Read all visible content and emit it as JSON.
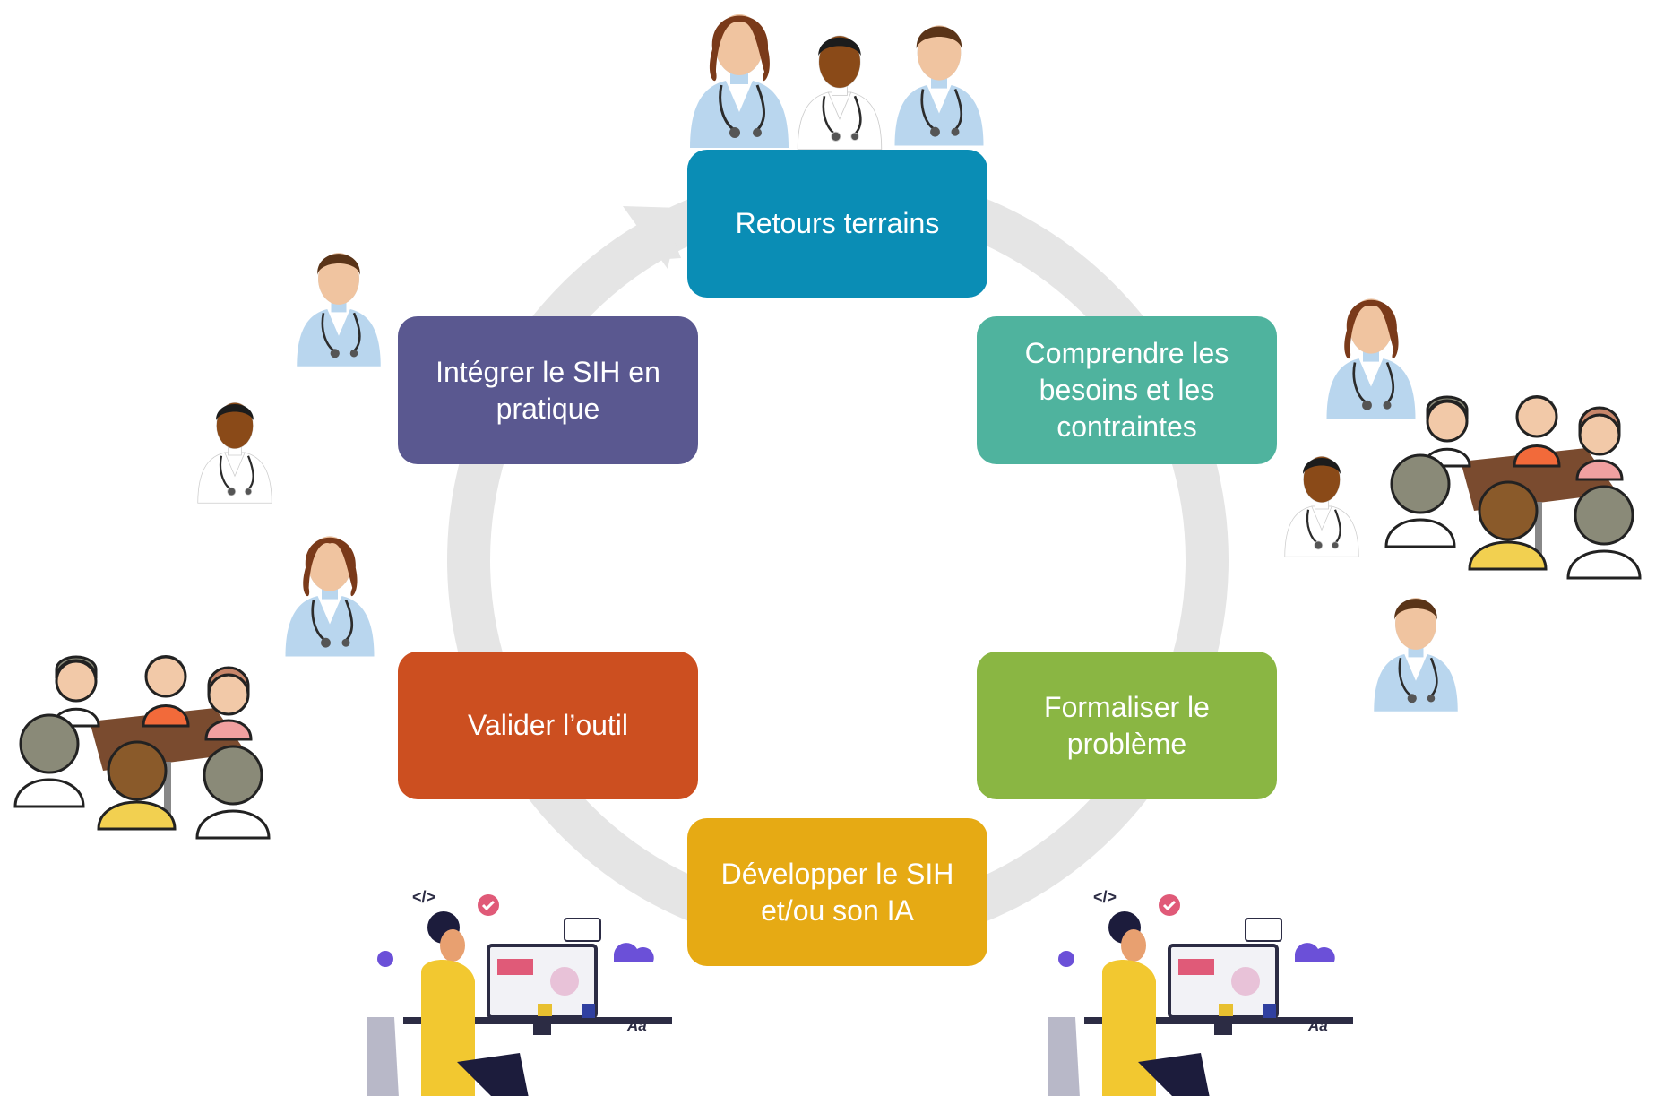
{
  "cycle": {
    "steps": [
      {
        "id": "retours",
        "label": "Retours terrains",
        "color": "#0a8db5"
      },
      {
        "id": "comprendre",
        "label": "Comprendre les besoins et les contraintes",
        "color": "#4fb39e"
      },
      {
        "id": "formaliser",
        "label": "Formaliser le problème",
        "color": "#8ab643"
      },
      {
        "id": "developper",
        "label": "Développer le SIH et/ou son IA",
        "color": "#e6aa14"
      },
      {
        "id": "valider",
        "label": "Valider l’outil",
        "color": "#cc4f20"
      },
      {
        "id": "integrer",
        "label": "Intégrer le SIH en pratique",
        "color": "#5a5890"
      }
    ],
    "ring_color": "#e5e5e5"
  },
  "illustrations": {
    "doctor_icon": "doctor-icon",
    "meeting_icon": "meeting-table-icon",
    "developer_icon": "developer-workstation-icon",
    "code_tag": "</>",
    "font_tag": "Aa"
  }
}
